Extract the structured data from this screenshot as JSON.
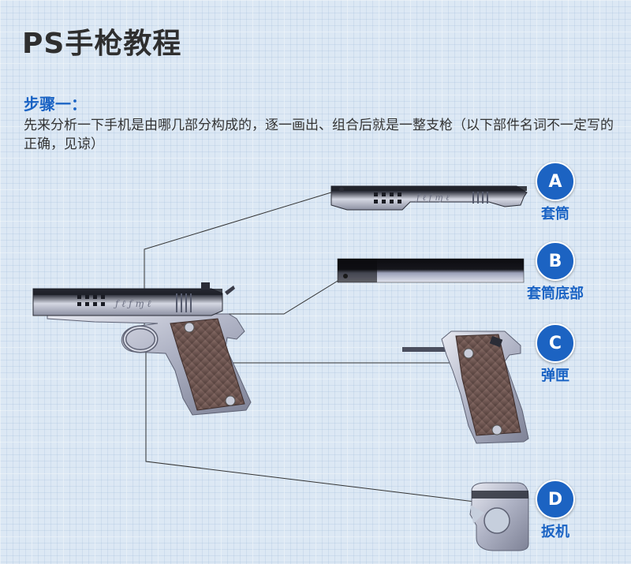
{
  "page": {
    "title": "PS手枪教程",
    "step_title": "步骤一：",
    "description": "先来分析一下手机是由哪几部分构成的，逐一画出、组合后就是一整支枪（以下部件名词不一定写的正确，见谅）"
  },
  "engraving": "ƒ ℓ ƒ ɱ ℓ",
  "parts": [
    {
      "letter": "A",
      "name": "套筒"
    },
    {
      "letter": "B",
      "name": "套筒底部"
    },
    {
      "letter": "C",
      "name": "弹匣"
    },
    {
      "letter": "D",
      "name": "扳机"
    }
  ],
  "colors": {
    "accent": "#1c63c2",
    "title": "#2f2f2f",
    "grip": "#6e5450",
    "metal": "#c9cdda"
  }
}
